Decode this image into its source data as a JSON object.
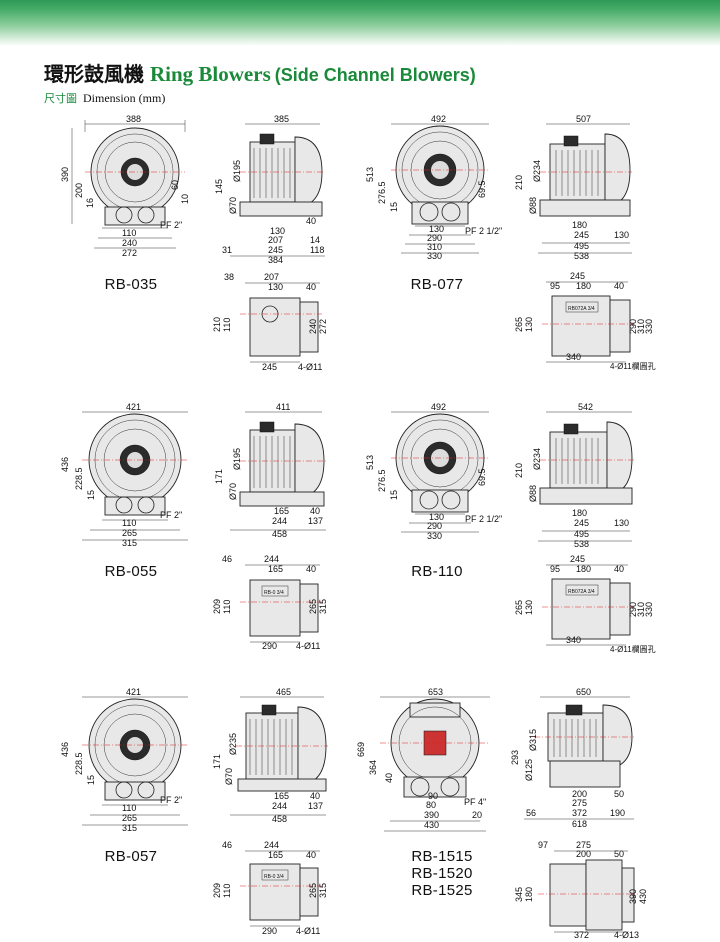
{
  "header": {
    "title_zh": "環形鼓風機",
    "title_en": "Ring Blowers",
    "title_sub": "(Side Channel Blowers)",
    "dim_zh": "尺寸圖",
    "dim_en": "Dimension (mm)"
  },
  "models": {
    "rb035": "RB-035",
    "rb055": "RB-055",
    "rb057": "RB-057",
    "rb077": "RB-077",
    "rb110": "RB-110",
    "rb1515": "RB-1515",
    "rb1520": "RB-1520",
    "rb1525": "RB-1525"
  },
  "dims": {
    "d035_front": {
      "w": "388",
      "h": "390",
      "a": "200",
      "b": "16",
      "c": "60",
      "d": "10",
      "e": "110",
      "f": "240",
      "g": "272",
      "pf": "PF 2\""
    },
    "d035_side": {
      "w": "385",
      "dia1": "Ø195",
      "dia2": "Ø70",
      "h": "145",
      "a": "130",
      "b": "40",
      "c": "207",
      "d": "14",
      "e": "31",
      "f": "245",
      "g": "118",
      "h2": "384"
    },
    "d035_top": {
      "a": "38",
      "b": "207",
      "c": "130",
      "d": "40",
      "e": "210",
      "f": "110",
      "g": "240",
      "h": "272",
      "i": "245",
      "j": "4-Ø11"
    },
    "d055_front": {
      "w": "421",
      "h": "436",
      "a": "228.5",
      "b": "15",
      "c": "110",
      "d": "265",
      "e": "315",
      "pf": "PF 2\""
    },
    "d055_side": {
      "w": "411",
      "dia1": "Ø195",
      "dia2": "Ø70",
      "h": "171",
      "a": "165",
      "b": "40",
      "c": "244",
      "d": "137",
      "e": "458"
    },
    "d055_top": {
      "a": "46",
      "b": "244",
      "c": "165",
      "d": "40",
      "e": "209",
      "f": "110",
      "g": "265",
      "h": "315",
      "i": "290",
      "j": "4-Ø11",
      "plate": "RB-0 3/4"
    },
    "d057_front": {
      "w": "421",
      "h": "436",
      "a": "228.5",
      "b": "15",
      "c": "110",
      "d": "265",
      "e": "315",
      "pf": "PF 2\""
    },
    "d057_side": {
      "w": "465",
      "dia1": "Ø235",
      "dia2": "Ø70",
      "h": "171",
      "a": "165",
      "b": "40",
      "c": "244",
      "d": "137",
      "e": "458"
    },
    "d057_top": {
      "a": "46",
      "b": "244",
      "c": "165",
      "d": "40",
      "e": "209",
      "f": "110",
      "g": "265",
      "h": "315",
      "i": "290",
      "j": "4-Ø11",
      "plate": "RB-0 3/4"
    },
    "d077_front": {
      "w": "492",
      "h": "513",
      "a": "276.5",
      "b": "15",
      "c": "69.5",
      "d": "130",
      "e": "290",
      "f": "310",
      "g": "330",
      "pf": "PF 2 1/2\""
    },
    "d077_side": {
      "w": "507",
      "dia1": "Ø234",
      "dia2": "Ø88",
      "h": "210",
      "a": "180",
      "b": "245",
      "c": "130",
      "d": "495",
      "e": "538"
    },
    "d077_top": {
      "a": "245",
      "b": "95",
      "c": "180",
      "d": "40",
      "e": "265",
      "f": "130",
      "g": "290",
      "h": "310",
      "i": "330",
      "j": "340",
      "k": "4-Ø11欄圓孔",
      "plate": "RB072A 3/4"
    },
    "d110_front": {
      "w": "492",
      "h": "513",
      "a": "276.5",
      "b": "15",
      "c": "69.5",
      "d": "130",
      "e": "290",
      "f": "330",
      "pf": "PF 2 1/2\""
    },
    "d110_side": {
      "w": "542",
      "dia1": "Ø234",
      "dia2": "Ø88",
      "h": "210",
      "a": "180",
      "b": "245",
      "c": "130",
      "d": "495",
      "e": "538"
    },
    "d110_top": {
      "a": "245",
      "b": "95",
      "c": "180",
      "d": "40",
      "e": "265",
      "f": "130",
      "g": "290",
      "h": "310",
      "i": "330",
      "j": "340",
      "k": "4-Ø11欄圓孔",
      "plate": "RB072A 3/4"
    },
    "d1515_front": {
      "w": "653",
      "h": "669",
      "a": "364",
      "b": "40",
      "c": "90",
      "d": "80",
      "e": "390",
      "f": "430",
      "g": "20",
      "pf": "PF 4\""
    },
    "d1515_side": {
      "w": "650",
      "dia1": "Ø315",
      "dia2": "Ø125",
      "h": "293",
      "a": "200",
      "b": "50",
      "c": "275",
      "d": "56",
      "e": "372",
      "f": "190",
      "g": "618"
    },
    "d1515_top": {
      "a": "97",
      "b": "275",
      "c": "200",
      "d": "50",
      "e": "345",
      "f": "180",
      "g": "390",
      "h": "430",
      "i": "372",
      "j": "4-Ø13"
    }
  }
}
